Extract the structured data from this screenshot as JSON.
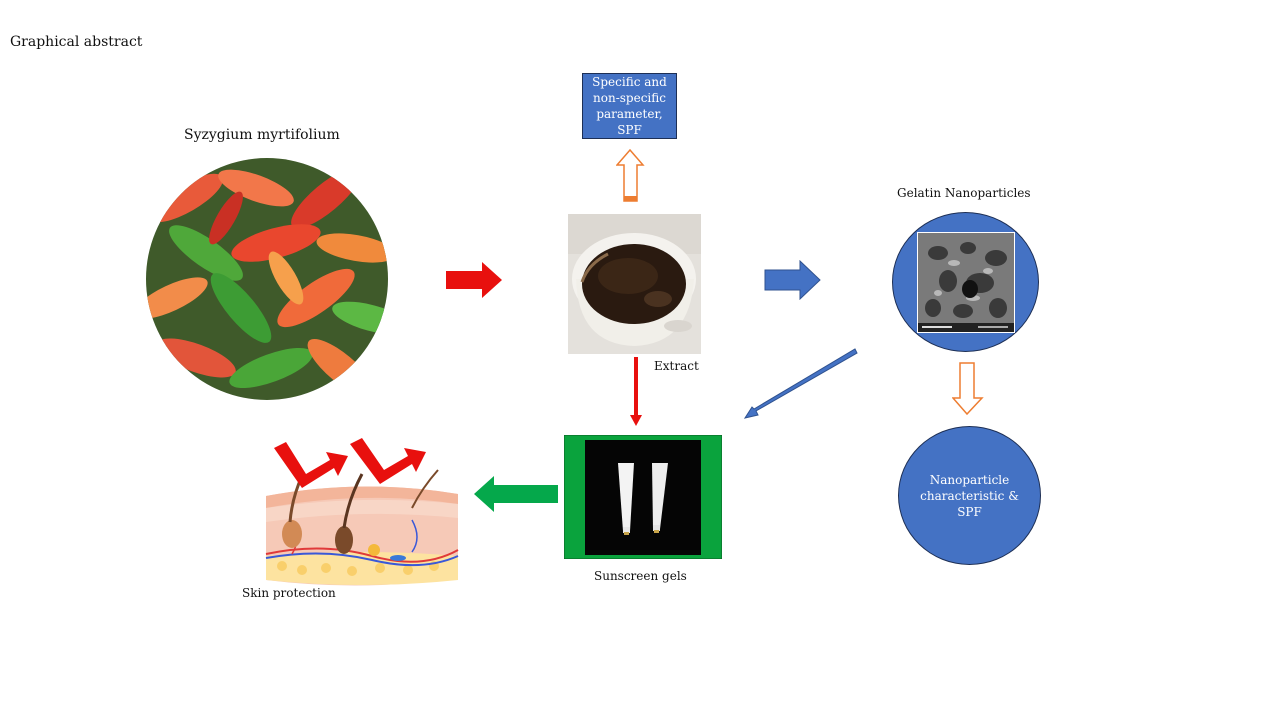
{
  "header": {
    "title": "Graphical abstract"
  },
  "plant": {
    "label": "Syzygium myrtifolium"
  },
  "parameters": {
    "label": "Specific and non-specific parameter, SPF"
  },
  "extract": {
    "label": "Extract"
  },
  "nanoparticles": {
    "label": "Gelatin Nanoparticles"
  },
  "characteristics": {
    "label": "Nanoparticle characteristic & SPF"
  },
  "sunscreen": {
    "label": "Sunscreen gels"
  },
  "skin": {
    "label": "Skin protection"
  },
  "colors": {
    "box_blue": "#4472c4",
    "arrow_red": "#e8100e",
    "arrow_blue": "#4472c4",
    "arrow_green": "#05a84b",
    "arrow_orange": "#ed7d31",
    "gel_frame_green": "#0aa33d"
  }
}
